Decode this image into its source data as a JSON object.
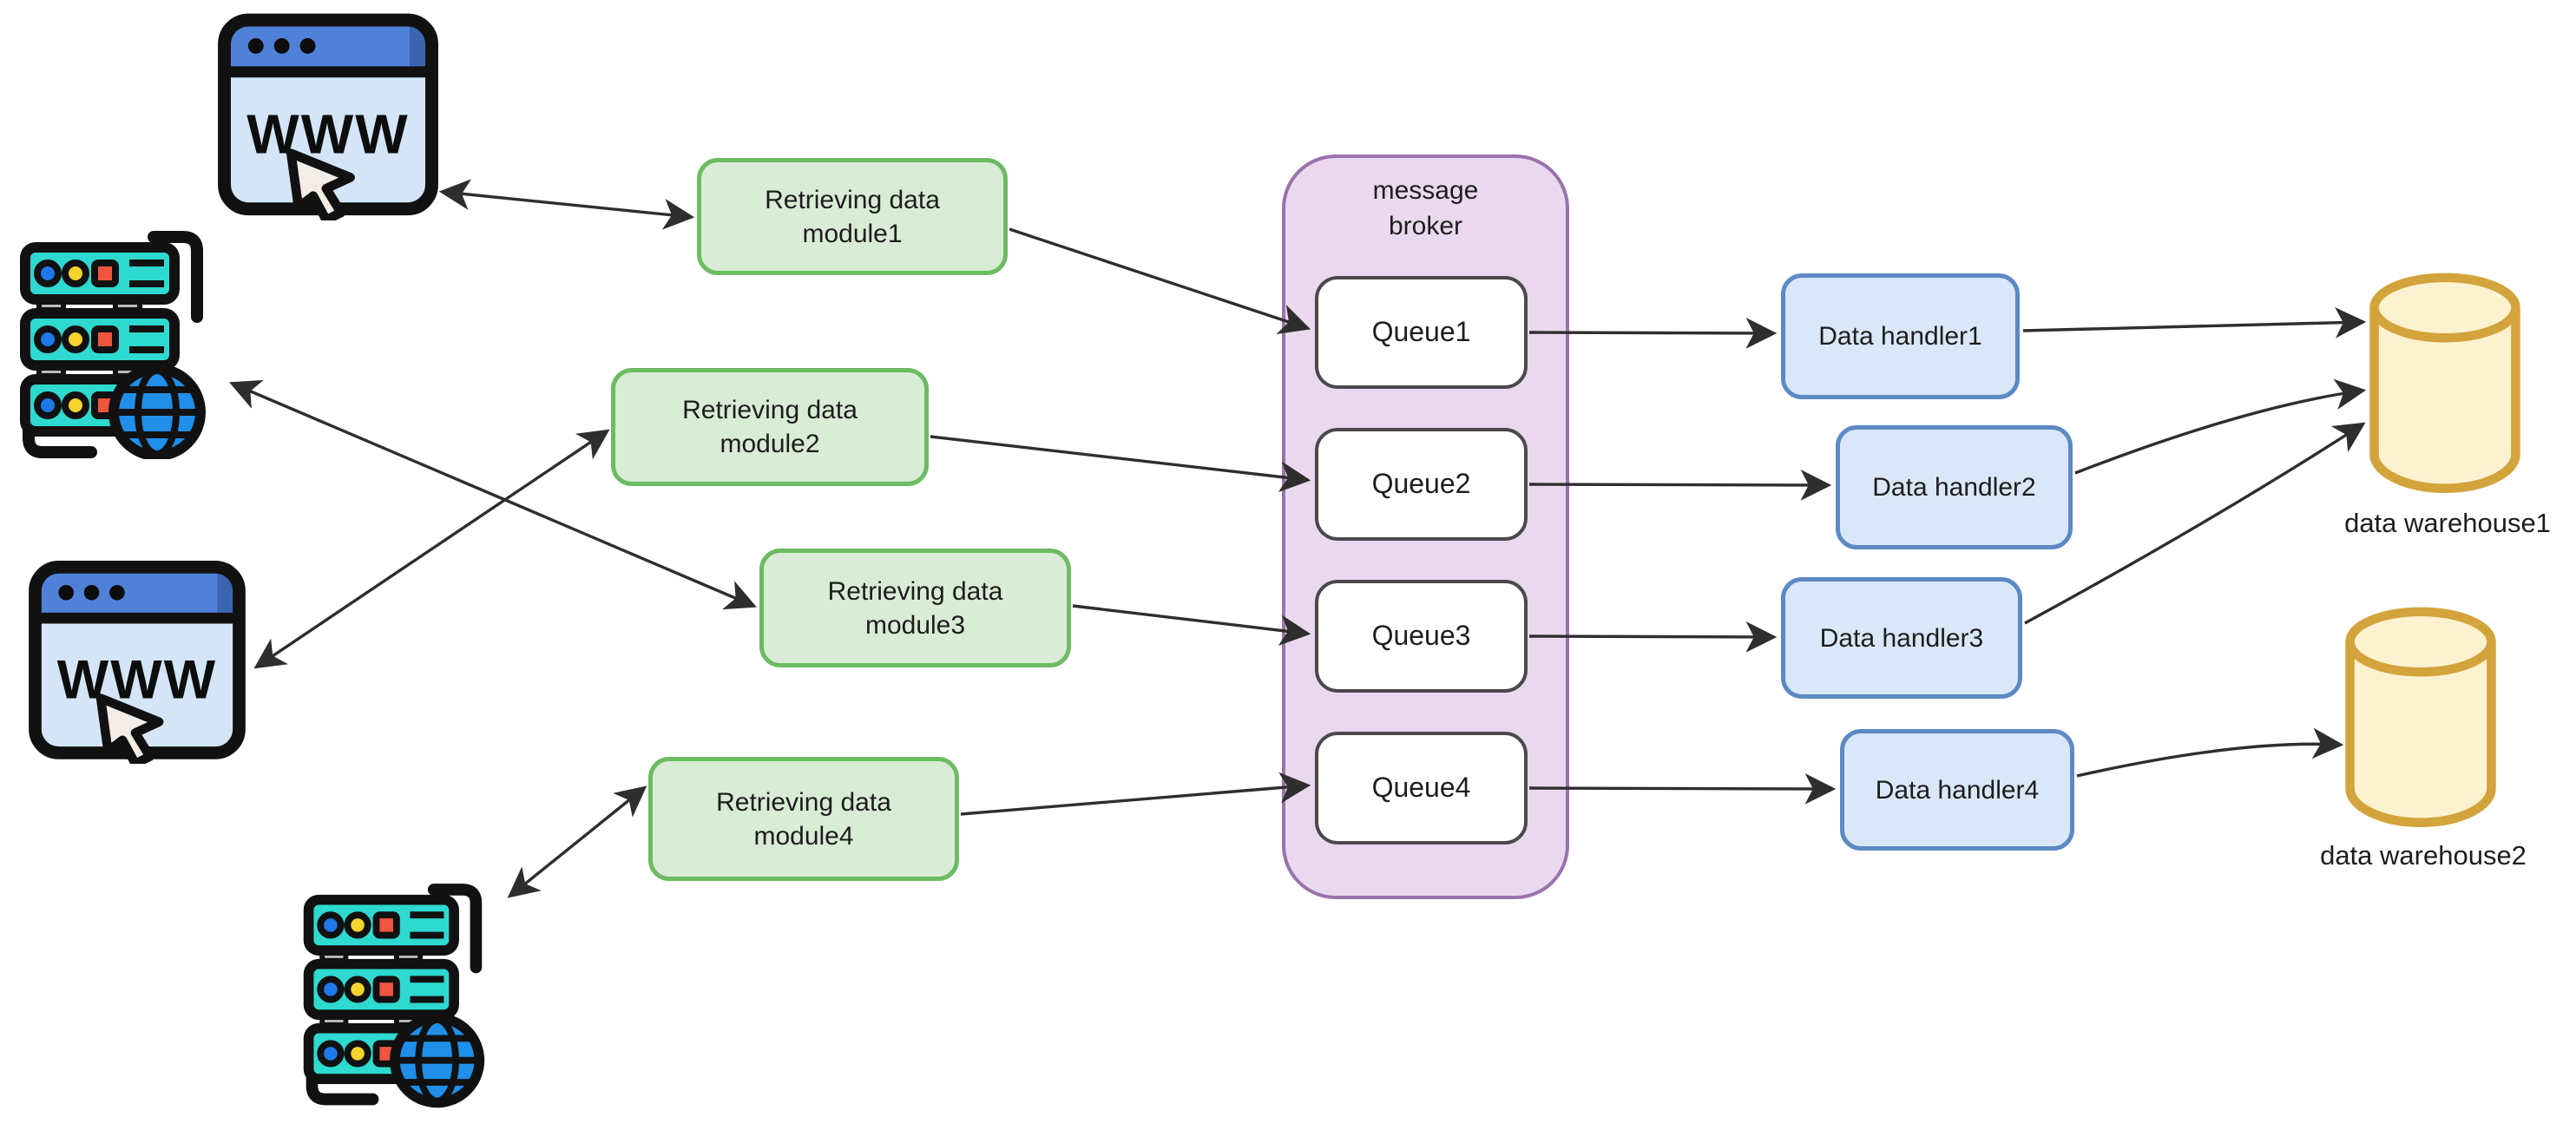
{
  "nodes": {
    "browser1": {
      "label": "WWW"
    },
    "browser2": {
      "label": "WWW"
    },
    "modules": [
      {
        "label": "Retrieving data\nmodule1"
      },
      {
        "label": "Retrieving data\nmodule2"
      },
      {
        "label": "Retrieving data\nmodule3"
      },
      {
        "label": "Retrieving data\nmodule4"
      }
    ],
    "broker": {
      "title": "message\nbroker",
      "queues": [
        {
          "label": "Queue1"
        },
        {
          "label": "Queue2"
        },
        {
          "label": "Queue3"
        },
        {
          "label": "Queue4"
        }
      ]
    },
    "handlers": [
      {
        "label": "Data handler1"
      },
      {
        "label": "Data handler2"
      },
      {
        "label": "Data handler3"
      },
      {
        "label": "Data handler4"
      }
    ],
    "warehouses": [
      {
        "label": "data warehouse1"
      },
      {
        "label": "data warehouse2"
      }
    ]
  },
  "icons": {
    "browser1": "browser-www-icon",
    "server1": "server-globe-icon",
    "browser2": "browser-www-icon",
    "server2": "server-globe-icon",
    "warehouse1": "database-cylinder-icon",
    "warehouse2": "database-cylinder-icon"
  },
  "colors": {
    "module_fill": "#d9ecd5",
    "module_stroke": "#6dbb63",
    "broker_fill": "#ead9ee",
    "broker_stroke": "#9a72ac",
    "queue_fill": "#ffffff",
    "queue_stroke": "#4a4a4a",
    "handler_fill": "#d9e7f8",
    "handler_stroke": "#5d89c4",
    "warehouse_fill": "#fdf2d0",
    "warehouse_stroke": "#d3a43b",
    "arrow": "#2e2e2e",
    "text": "#1d1d1d"
  }
}
